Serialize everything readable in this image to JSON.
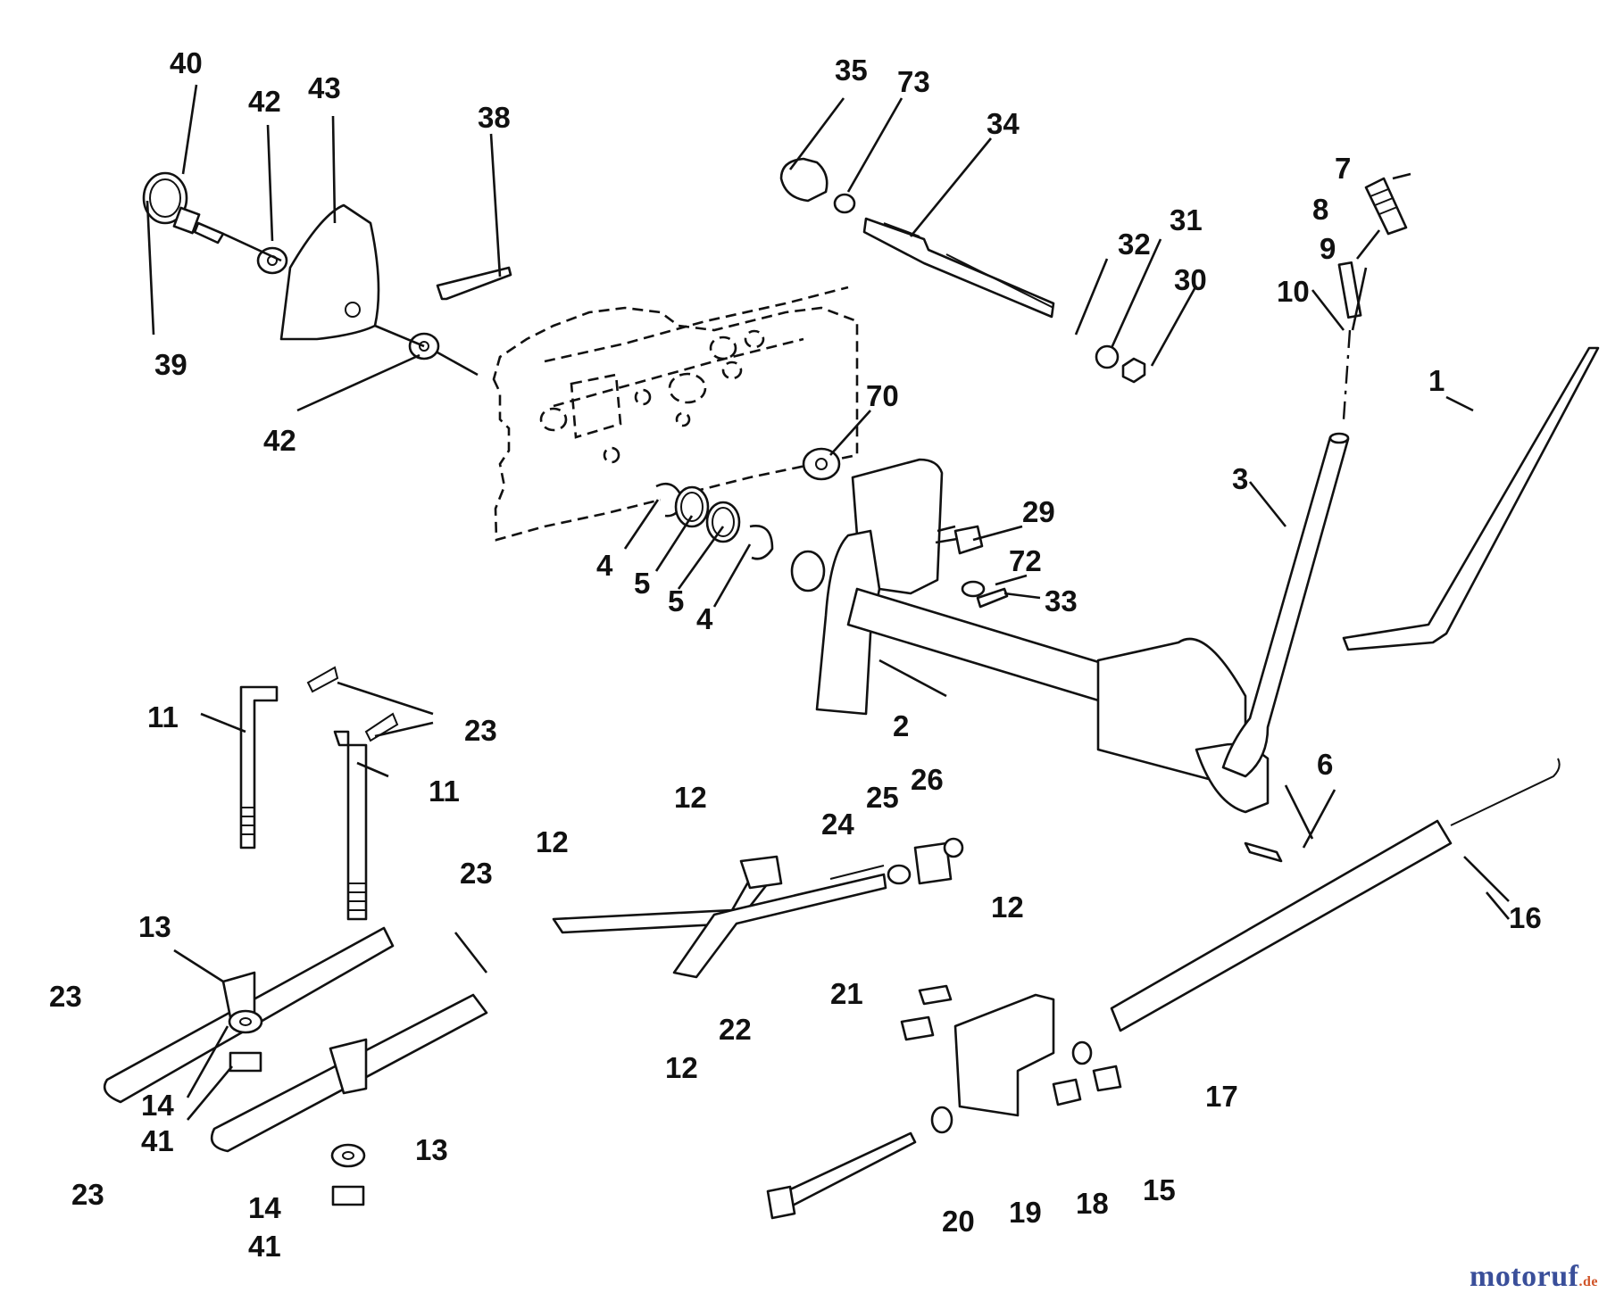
{
  "watermark": {
    "brand": "motoruf",
    "suffix": ".de",
    "color_primary": "#3a4f9a",
    "color_accent": "#d0552a"
  },
  "callouts": {
    "n1": "1",
    "n2": "2",
    "n3": "3",
    "n4": "4",
    "n5": "5",
    "n6": "6",
    "n7": "7",
    "n8": "8",
    "n9": "9",
    "n10": "10",
    "n11": "11",
    "n12": "12",
    "n13": "13",
    "n14": "14",
    "n15": "15",
    "n16": "16",
    "n17": "17",
    "n18": "18",
    "n19": "19",
    "n20": "20",
    "n21": "21",
    "n22": "22",
    "n23": "23",
    "n24": "24",
    "n25": "25",
    "n26": "26",
    "n29": "29",
    "n30": "30",
    "n31": "31",
    "n32": "32",
    "n33": "33",
    "n34": "34",
    "n35": "35",
    "n38": "38",
    "n39": "39",
    "n40": "40",
    "n41": "41",
    "n42": "42",
    "n43": "43",
    "n70": "70",
    "n72": "72",
    "n73": "73"
  }
}
